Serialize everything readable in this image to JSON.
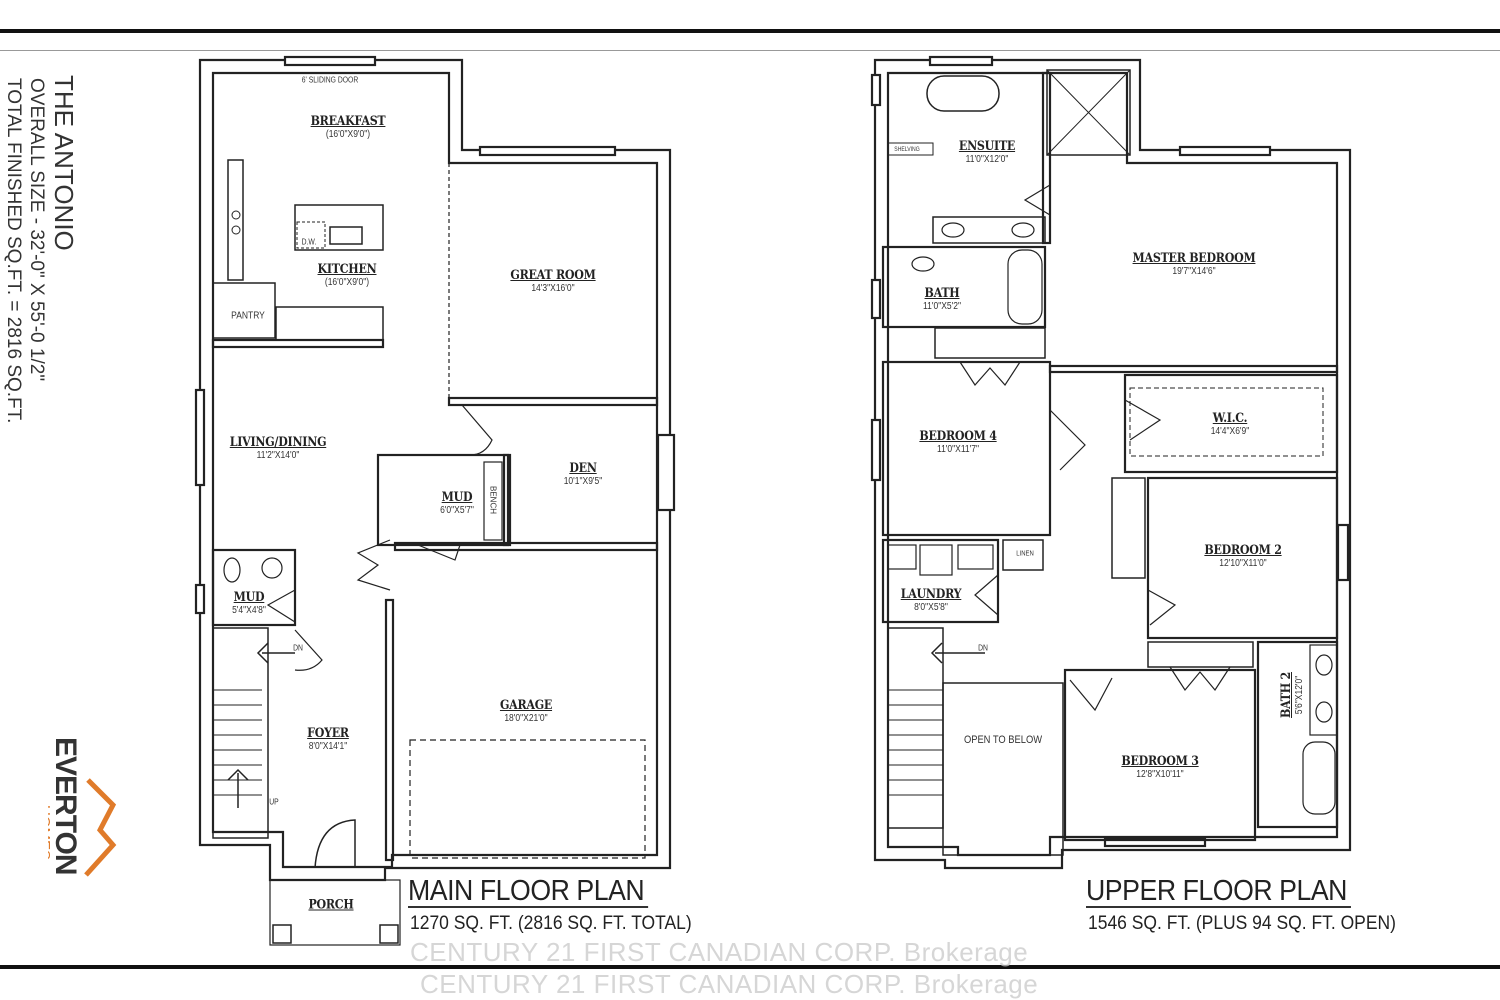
{
  "side_info": {
    "model_name": "THE ANTONIO",
    "overall_size": "OVERALL SIZE - 32'-0\" X 55'-0 1/2\"",
    "total_finished": "TOTAL FINISHED SQ.FT. = 2816 SQ.FT."
  },
  "logo": {
    "line1": "EVERTON",
    "line2": "HOMES",
    "accent_color": "#e07b2a"
  },
  "main_floor": {
    "title": "MAIN FLOOR PLAN",
    "subtitle": "1270 SQ. FT. (2816 SQ. FT. TOTAL)",
    "rooms": [
      {
        "name": "BREAKFAST",
        "dims": "(16'0\"X9'0\")"
      },
      {
        "name": "KITCHEN",
        "dims": "(16'0\"X9'0\")"
      },
      {
        "name": "GREAT ROOM",
        "dims": "14'3\"X16'0\""
      },
      {
        "name": "LIVING/DINING",
        "dims": "11'2\"X14'0\""
      },
      {
        "name": "MUD",
        "dims": "6'0\"X5'7\""
      },
      {
        "name": "DEN",
        "dims": "10'1\"X9'5\""
      },
      {
        "name": "MUD",
        "dims": "5'4\"X4'8\""
      },
      {
        "name": "FOYER",
        "dims": "8'0\"X14'1\""
      },
      {
        "name": "GARAGE",
        "dims": "18'0\"X21'0\""
      },
      {
        "name": "PORCH",
        "dims": ""
      }
    ],
    "notes": {
      "sliding_door": "6' SLIDING DOOR",
      "pantry": "PANTRY",
      "dw": "D.W.",
      "bench": "BENCH",
      "dn": "DN",
      "up": "UP"
    }
  },
  "upper_floor": {
    "title": "UPPER FLOOR PLAN",
    "subtitle": "1546 SQ. FT. (PLUS 94 SQ. FT. OPEN)",
    "rooms": [
      {
        "name": "ENSUITE",
        "dims": "11'0\"X12'0\""
      },
      {
        "name": "MASTER BEDROOM",
        "dims": "19'7\"X14'6\""
      },
      {
        "name": "BATH",
        "dims": "11'0\"X5'2\""
      },
      {
        "name": "BEDROOM 4",
        "dims": "11'0\"X11'7\""
      },
      {
        "name": "W.I.C.",
        "dims": "14'4\"X6'9\""
      },
      {
        "name": "BEDROOM 2",
        "dims": "12'10\"X11'0\""
      },
      {
        "name": "LAUNDRY",
        "dims": "8'0\"X5'8\""
      },
      {
        "name": "BEDROOM 3",
        "dims": "12'8\"X10'11\""
      },
      {
        "name": "BATH 2",
        "dims": "5'6\"X12'0\""
      }
    ],
    "notes": {
      "open_to_below": "OPEN TO BELOW",
      "shelving": "SHELVING",
      "linen": "LINEN",
      "dn": "DN"
    }
  },
  "watermark": "CENTURY 21 FIRST CANADIAN CORP. Brokerage"
}
